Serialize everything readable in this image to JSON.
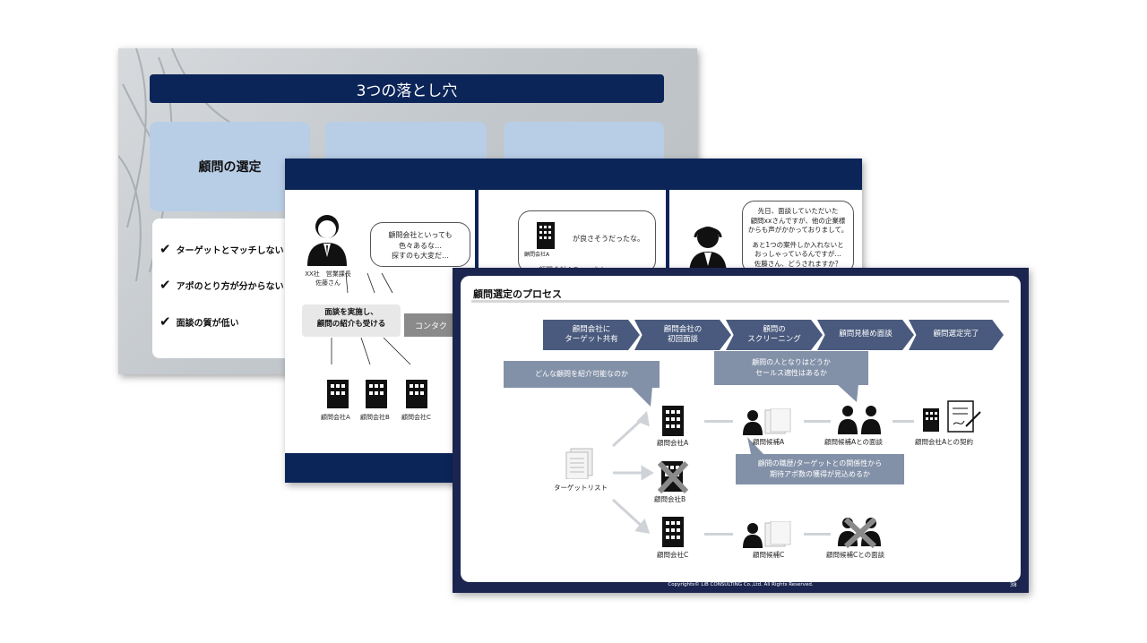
{
  "slide1": {
    "title": "3つの落とし穴",
    "card1_label": "顧問の選定",
    "checks": [
      "ターゲットとマッチしない",
      "アポのとり方が分からない",
      "面談の質が低い"
    ]
  },
  "slide2": {
    "bubble1": [
      "顧問会社といっても",
      "色々あるな…",
      "探すのも大変だ…"
    ],
    "person_label": [
      "XX社　営業課長",
      "佐藤さん"
    ],
    "bubble2_line": "が良さそうだったな。",
    "company_a_small": "顧問会社A",
    "bubble2_cut": "顧問会社Aの○○さん",
    "bubble3": [
      "先日、面談していただいた",
      "顧問xxさんですが、他の企業様",
      "からも声がかかっておりまして。",
      "",
      "あと1つの案件しか入れないと",
      "おっしゃっているんですが…",
      "佐藤さん、どうされますか？"
    ],
    "callout": [
      "面談を実施し、",
      "顧問の紹介も受ける"
    ],
    "contact_label": "コンタク",
    "companies": [
      "顧問会社A",
      "顧問会社B",
      "顧問会社C"
    ]
  },
  "slide3": {
    "title": "顧問選定のプロセス",
    "steps": [
      [
        "顧問会社に",
        "ターゲット共有"
      ],
      [
        "顧問会社の",
        "初回面談"
      ],
      [
        "顧問の",
        "スクリーニング"
      ],
      [
        "顧問見極め面談"
      ],
      [
        "顧問選定完了"
      ]
    ],
    "note1": "どんな顧問を紹介可能なのか",
    "note2": [
      "顧問の人となりはどうか",
      "セールス適性はあるか"
    ],
    "note3": [
      "顧問の職歴/ターゲットとの関係性から",
      "期待アポ数の獲得が見込めるか"
    ],
    "target_list": "ターゲットリスト",
    "company_a": "顧問会社A",
    "company_b": "顧問会社B",
    "company_c": "顧問会社C",
    "candidate_a": "顧問候補A",
    "candidate_c": "顧問候補C",
    "interview_a": "顧問候補Aとの面談",
    "interview_c": "顧問候補Cとの面談",
    "contract_a": "顧問会社Aとの契約",
    "footer": "Copyrights© LiB CONSULTING Co.,Ltd. All Rights Reserved.",
    "page_number": "38"
  },
  "colors": {
    "navy": "#0c2559",
    "card_blue": "#b8cde6",
    "chevron": "#4a5a7e",
    "note_gray": "#8391a8",
    "frame": "#1b2550"
  },
  "icons": [
    "check-icon",
    "businessman-icon",
    "building-icon",
    "operator-icon",
    "document-icon",
    "handshake-pair-icon",
    "contract-icon",
    "cross-icon"
  ]
}
